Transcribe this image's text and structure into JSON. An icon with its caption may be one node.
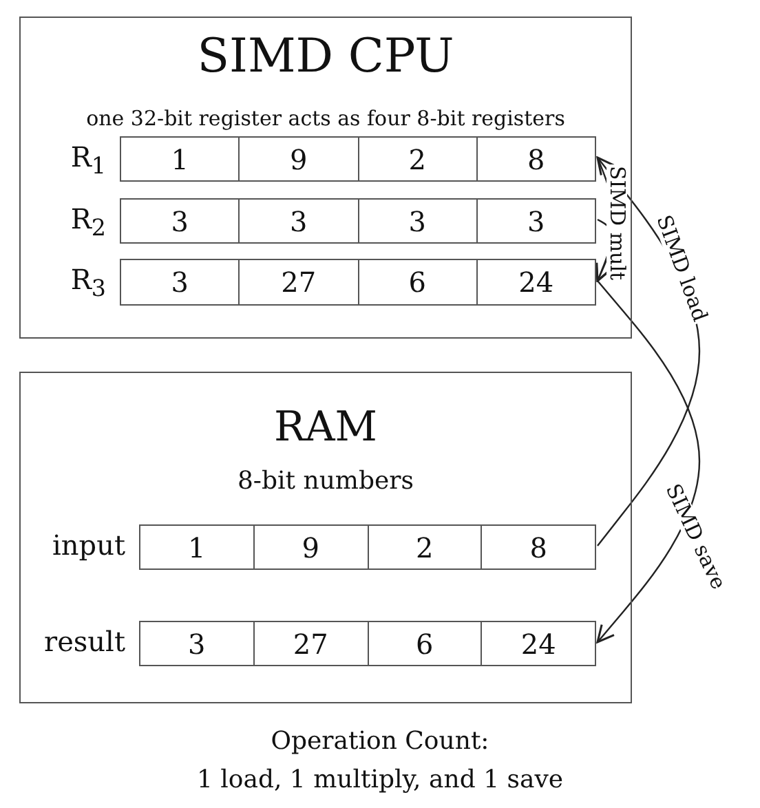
{
  "diagram": {
    "nodes": [
      {
        "text": [
          "SIMD CPU",
          "one 32-bit register acts as four 8-bit registers"
        ]
      },
      {
        "text": [
          "1",
          "9",
          "2",
          "8"
        ],
        "in": 0,
        "beside": [
          "R$_{1}$"
        ]
      },
      {
        "text": [
          "3",
          "3",
          "3",
          "3"
        ],
        "in": 0,
        "beside": [
          "R$_{2}$"
        ]
      },
      {
        "text": [
          "3",
          "27",
          "6",
          "24"
        ],
        "in": 0,
        "beside": [
          "R$_{3}$"
        ]
      },
      {
        "text": [
          "RAM",
          "8-bit numbers"
        ]
      },
      {
        "text": [
          "1",
          "9",
          "2",
          "8"
        ],
        "in": 4,
        "beside": [
          "input"
        ]
      },
      {
        "text": [
          "3",
          "27",
          "6",
          "24"
        ],
        "in": 4,
        "beside": [
          "result"
        ]
      }
    ],
    "edges": [
      {
        "from": 1,
        "to": 3,
        "arrow": "to",
        "label": "SIMD mult"
      },
      {
        "from": 2,
        "to": 3,
        "arrow": "to"
      },
      {
        "from": 5,
        "to": 1,
        "arrow": "to",
        "label": "SIMD load"
      },
      {
        "from": 3,
        "to": 6,
        "arrow": "to",
        "label": "SIMD save"
      }
    ],
    "labels": [
      "Operation Count:",
      "1 load, 1 multiply, and 1 save"
    ]
  }
}
